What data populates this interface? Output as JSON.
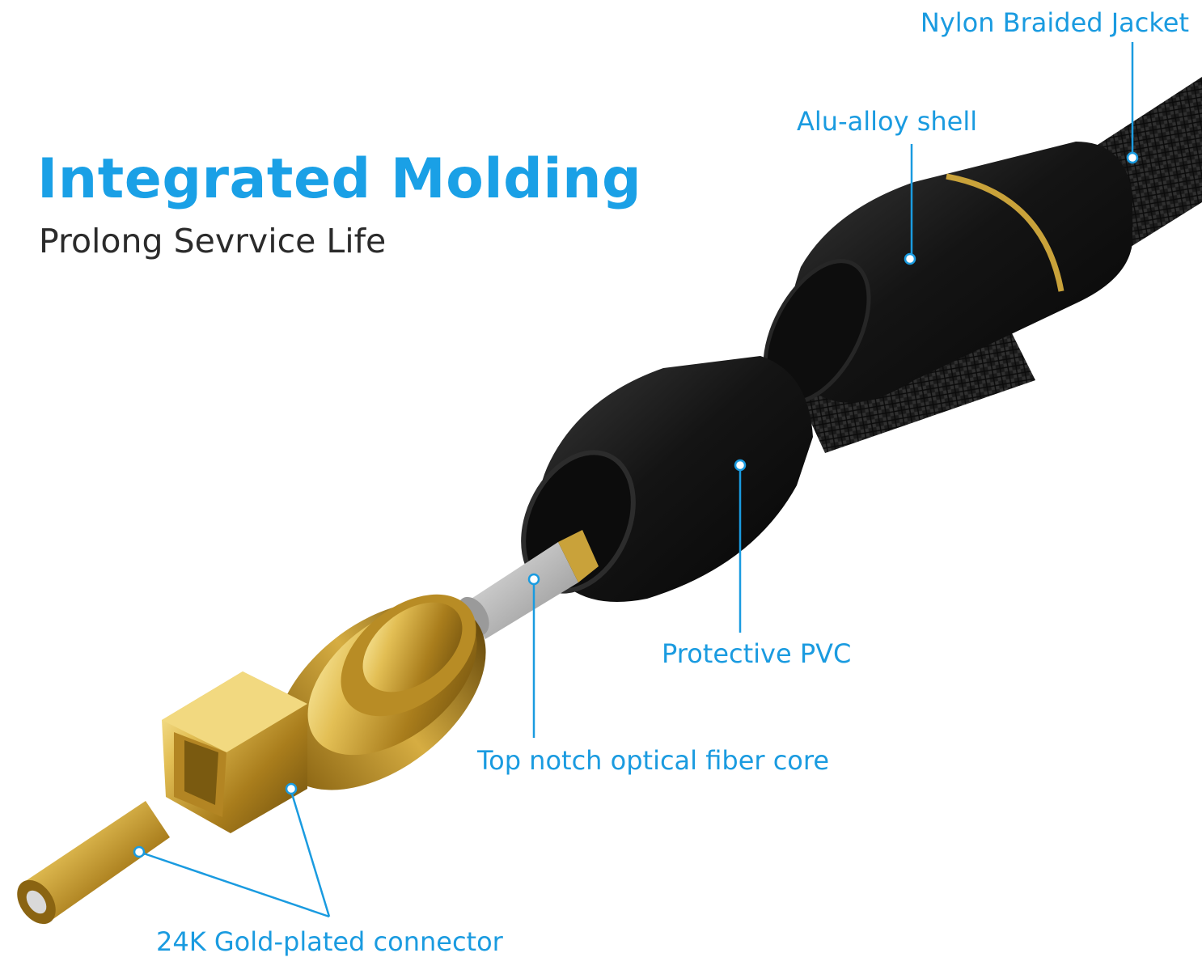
{
  "title": "Integrated Molding",
  "subtitle": "Prolong Sevrvice Life",
  "callouts": {
    "jacket": "Nylon Braided Jacket",
    "shell": "Alu-alloy shell",
    "pvc": "Protective PVC",
    "core": "Top notch optical fiber core",
    "connector": "24K Gold-plated connector"
  },
  "colors": {
    "accent": "#1aa0e6",
    "subtitle_text": "#2b2b2b",
    "gold": "#c9a23a",
    "cable_black": "#1c1c1c",
    "fiber_grey": "#b9b9b9"
  }
}
